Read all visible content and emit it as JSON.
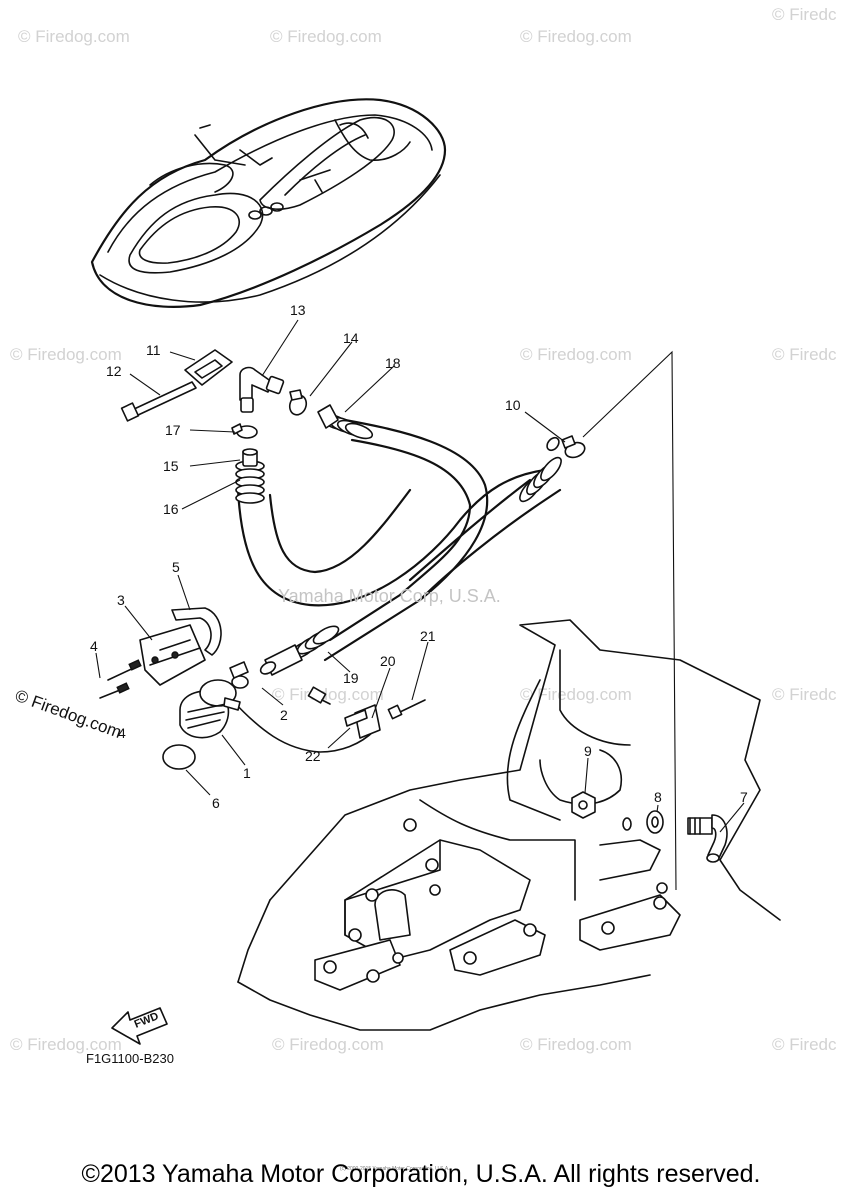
{
  "watermark": {
    "text": "© Firedog.com",
    "partial_text": "© Firedc",
    "diagonal_text": "© Firedog.com"
  },
  "center_watermark": "Yamaha Motor Corp, U.S.A.",
  "diagram_code": "F1G1100-B230",
  "fwd_label": "FWD",
  "small_notice": "(c) 2000-2015 Yamaha Motor Corporation, U.S.A.",
  "copyright": "©2013 Yamaha Motor Corporation, U.S.A. All rights reserved.",
  "callouts": {
    "c1": "1",
    "c2": "2",
    "c3": "3",
    "c4a": "4",
    "c4b": "4",
    "c5": "5",
    "c6": "6",
    "c7": "7",
    "c8": "8",
    "c9": "9",
    "c10": "10",
    "c11": "11",
    "c12": "12",
    "c13": "13",
    "c14": "14",
    "c15": "15",
    "c16": "16",
    "c17": "17",
    "c18": "18",
    "c19": "19",
    "c20": "20",
    "c21": "21",
    "c22": "22"
  }
}
